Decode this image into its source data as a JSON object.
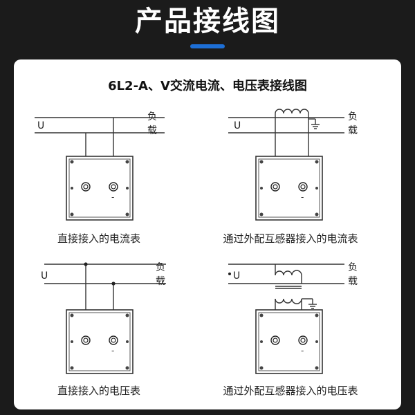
{
  "header": {
    "title": "产品接线图",
    "accent_color": "#1d6fd6"
  },
  "diagram_title": "6L2-A、V交流电流、电压表接线图",
  "line_label": "U",
  "load_label_1": "负",
  "load_label_2": "载",
  "minus_sign": "-",
  "captions": {
    "direct_ammeter": "直接接入的电流表",
    "ct_ammeter": "通过外配互感器接入的电流表",
    "direct_voltmeter": "直接接入的电压表",
    "pt_voltmeter": "通过外配互感器接入的电压表"
  }
}
